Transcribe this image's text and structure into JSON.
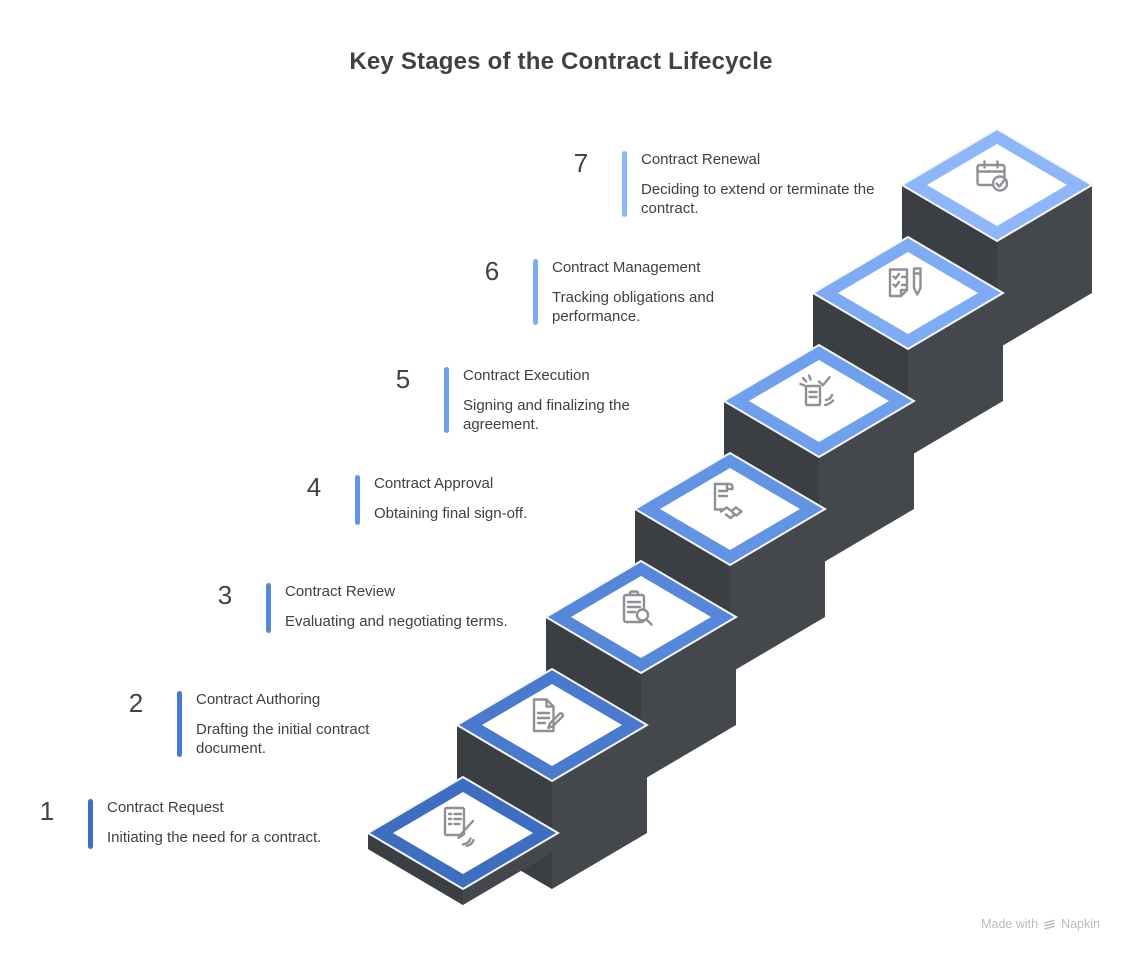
{
  "title": "Key Stages of the Contract Lifecycle",
  "watermark": {
    "made_with": "Made with",
    "brand": "Napkin"
  },
  "colors": {
    "block": "#44474c",
    "block_left": "#3b3e43",
    "surface": "#ffffff",
    "edge_highlight": "#f3f5f7",
    "icon_stroke": "#8d9196",
    "text_primary": "#3d4144",
    "number": "#3f4347",
    "title_text": "#3e4247",
    "watermark_text": "#b9bdc3"
  },
  "stages": [
    {
      "number": "1",
      "title": "Contract Request",
      "description": "Initiating the need for a contract.",
      "accent": "#3f6dbf",
      "icon": "contract-signing-icon"
    },
    {
      "number": "2",
      "title": "Contract Authoring",
      "description": "Drafting the initial contract document.",
      "accent": "#4b7acc",
      "icon": "document-edit-icon"
    },
    {
      "number": "3",
      "title": "Contract Review",
      "description": "Evaluating and negotiating terms.",
      "accent": "#5787d8",
      "icon": "clipboard-search-icon"
    },
    {
      "number": "4",
      "title": "Contract Approval",
      "description": "Obtaining final sign-off.",
      "accent": "#6394e2",
      "icon": "document-handshake-icon"
    },
    {
      "number": "5",
      "title": "Contract Execution",
      "description": "Signing and finalizing the agreement.",
      "accent": "#70a0eb",
      "icon": "document-check-icon"
    },
    {
      "number": "6",
      "title": "Contract Management",
      "description": "Tracking obligations and performance.",
      "accent": "#7fabf2",
      "icon": "checklist-pen-icon"
    },
    {
      "number": "7",
      "title": "Contract Renewal",
      "description": "Deciding to extend or terminate the contract.",
      "accent": "#8fb6f8",
      "icon": "calendar-check-icon"
    }
  ]
}
